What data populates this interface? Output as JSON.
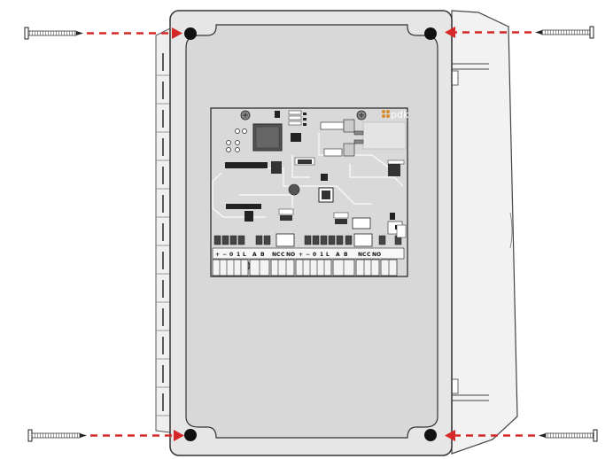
{
  "brand": {
    "text": "pdk",
    "color": "#d98a2b"
  },
  "colors": {
    "arrow": "#d62828",
    "enclosure": "#e6e6e6",
    "enclosure_inner": "#d7d7d7",
    "board": "#dcdcdc",
    "hole": "#111111"
  },
  "terminal_labels": {
    "group1": [
      "+",
      "−",
      "0",
      "1",
      "L"
    ],
    "group2": [
      "A",
      "B"
    ],
    "group3": [
      "NC",
      "C",
      "NO"
    ],
    "group4": [
      "+",
      "−",
      "0",
      "1",
      "L"
    ],
    "group5": [
      "A",
      "B"
    ],
    "group6": [
      "NC",
      "C",
      "NO"
    ]
  },
  "screws": [
    {
      "name": "screw-top-left",
      "icon": "screw-icon"
    },
    {
      "name": "screw-top-right",
      "icon": "screw-icon"
    },
    {
      "name": "screw-bottom-left",
      "icon": "screw-icon"
    },
    {
      "name": "screw-bottom-right",
      "icon": "screw-icon"
    }
  ]
}
